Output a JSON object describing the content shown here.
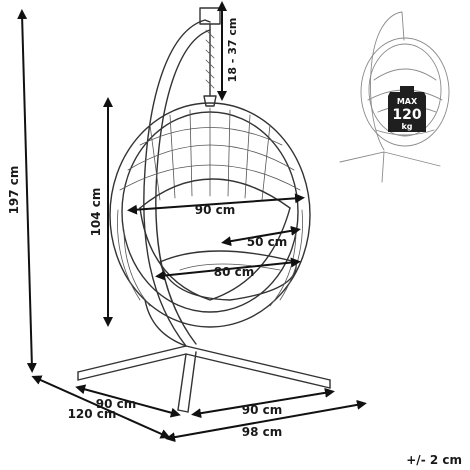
{
  "dimensions": {
    "total_height": "197 cm",
    "chain_length": "18 - 37 cm",
    "basket_height": "104 cm",
    "basket_width": "90 cm",
    "seat_depth": "50 cm",
    "seat_width": "80 cm",
    "base_leg_width": "90 cm",
    "base_depth": "120 cm",
    "base_front_width": "90 cm",
    "base_total_width": "98 cm",
    "tolerance": "+/- 2 cm"
  },
  "load_badge": {
    "line1": "MAX",
    "line2": "120",
    "line3": "kg"
  },
  "colors": {
    "line": "#333333",
    "dimension": "#111111",
    "badge": "#1f1f1f"
  }
}
